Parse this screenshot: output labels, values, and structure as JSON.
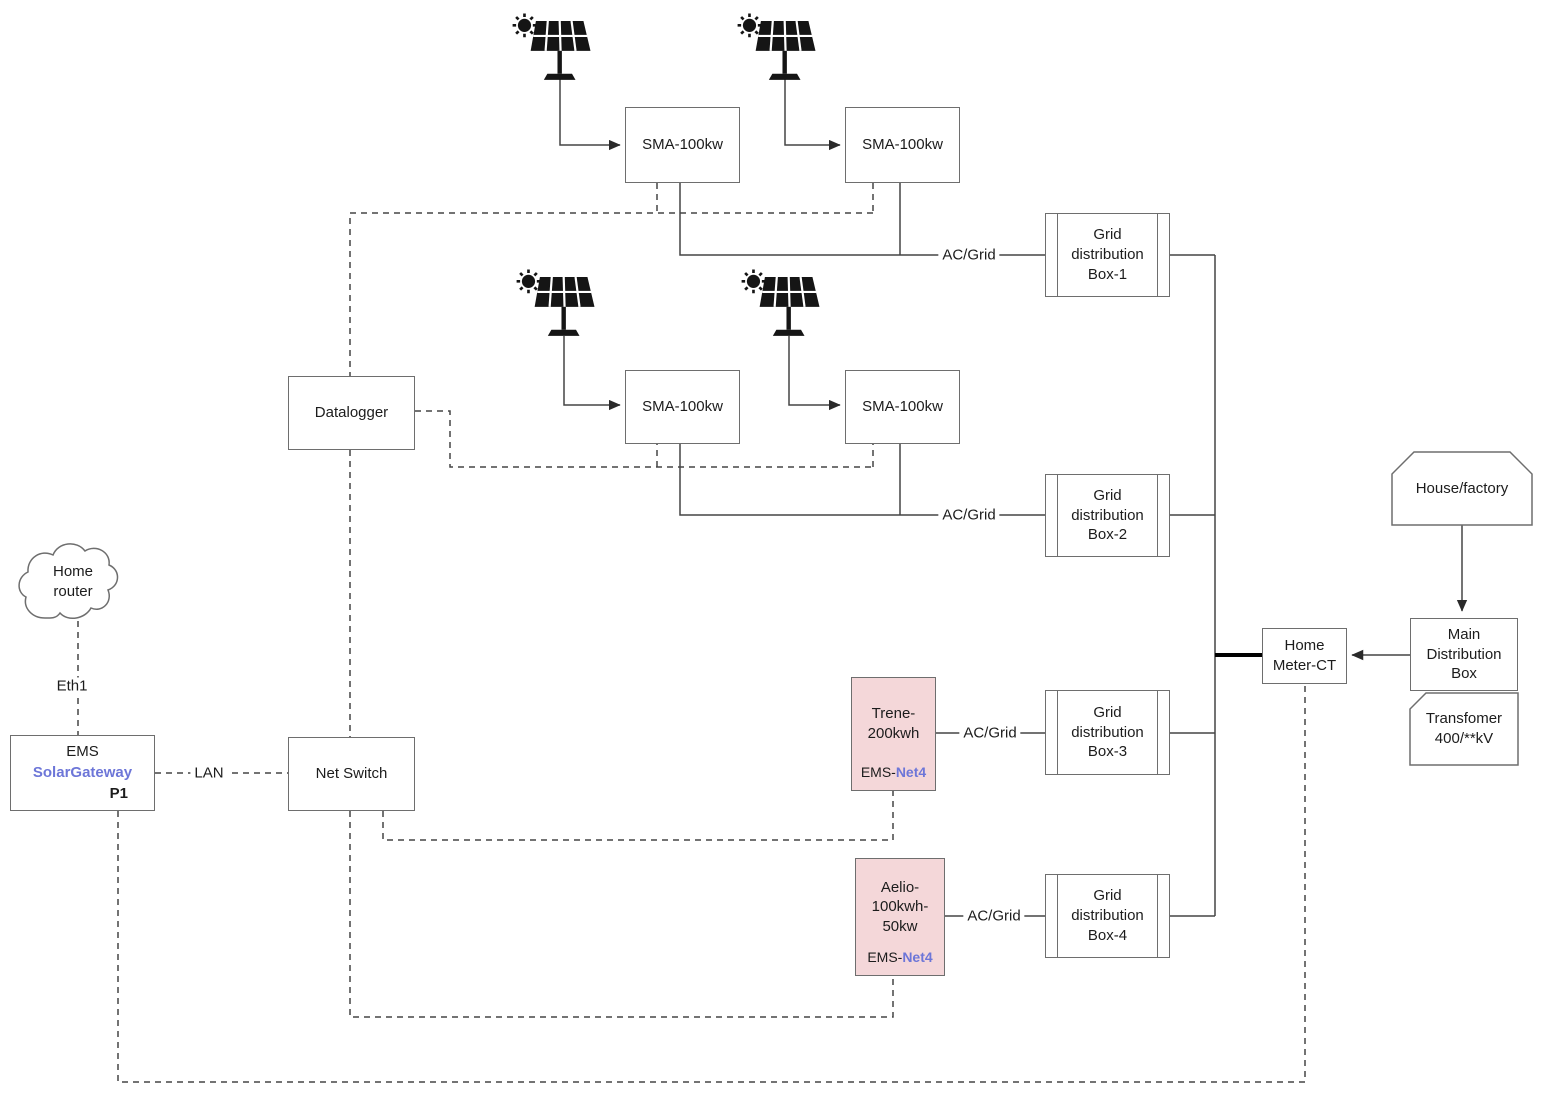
{
  "colors": {
    "line": "#454545",
    "border": "#6e6e6e",
    "text": "#1c1c1c",
    "accent": "#6d76d8",
    "battery_bg": "#f4d7d9",
    "bus": "#000000"
  },
  "nodes": {
    "home_router": {
      "label": "Home\nrouter"
    },
    "datalogger": {
      "label": "Datalogger"
    },
    "net_switch": {
      "label": "Net Switch"
    },
    "ems": {
      "line1": "EMS",
      "line2": "SolarGateway",
      "line3": "P1"
    },
    "sma1": {
      "label": "SMA-100kw"
    },
    "sma2": {
      "label": "SMA-100kw"
    },
    "sma3": {
      "label": "SMA-100kw"
    },
    "sma4": {
      "label": "SMA-100kw"
    },
    "trene": {
      "title": "Trene-\n200kwh",
      "ems_prefix": "EMS-",
      "ems_net": "Net4"
    },
    "aelio": {
      "title": "Aelio-\n100kwh-\n50kw",
      "ems_prefix": "EMS-",
      "ems_net": "Net4"
    },
    "grid1": {
      "label": "Grid\ndistribution\nBox-1"
    },
    "grid2": {
      "label": "Grid\ndistribution\nBox-2"
    },
    "grid3": {
      "label": "Grid\ndistribution\nBox-3"
    },
    "grid4": {
      "label": "Grid\ndistribution\nBox-4"
    },
    "home_meter": {
      "label": "Home\nMeter-CT"
    },
    "house": {
      "label": "House/factory"
    },
    "main_dist": {
      "label": "Main\nDistribution\nBox"
    },
    "transformer": {
      "label": "Transfomer\n400/**kV"
    }
  },
  "edge_labels": {
    "eth1": "Eth1",
    "lan": "LAN",
    "ac_grid_1": "AC/Grid",
    "ac_grid_2": "AC/Grid",
    "ac_grid_3": "AC/Grid",
    "ac_grid_4": "AC/Grid"
  },
  "icons": {
    "solar_panel": "solar-panel-icon"
  }
}
